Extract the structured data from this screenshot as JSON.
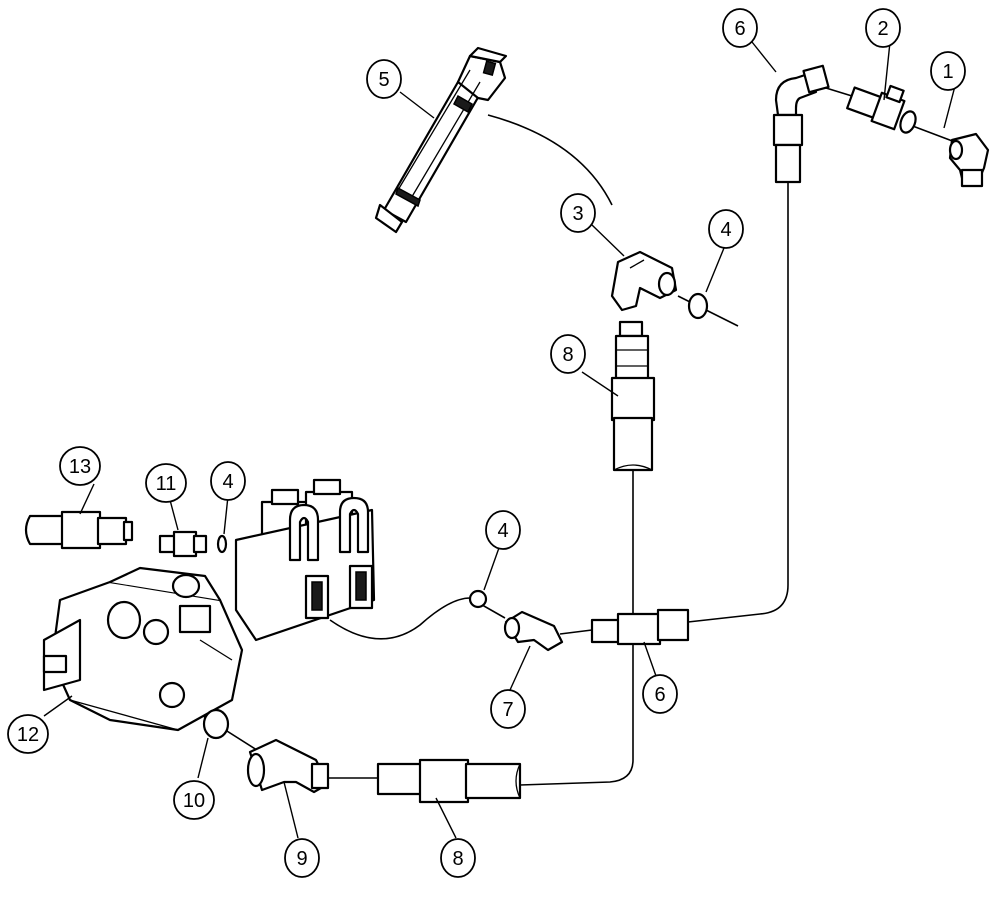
{
  "diagram": {
    "callouts": [
      {
        "id": "c1",
        "label": "1"
      },
      {
        "id": "c2",
        "label": "2"
      },
      {
        "id": "c3",
        "label": "3"
      },
      {
        "id": "c4a",
        "label": "4"
      },
      {
        "id": "c4b",
        "label": "4"
      },
      {
        "id": "c4c",
        "label": "4"
      },
      {
        "id": "c5",
        "label": "5"
      },
      {
        "id": "c6a",
        "label": "6"
      },
      {
        "id": "c6b",
        "label": "6"
      },
      {
        "id": "c7",
        "label": "7"
      },
      {
        "id": "c8a",
        "label": "8"
      },
      {
        "id": "c8b",
        "label": "8"
      },
      {
        "id": "c9",
        "label": "9"
      },
      {
        "id": "c10",
        "label": "10"
      },
      {
        "id": "c11",
        "label": "11"
      },
      {
        "id": "c12",
        "label": "12"
      },
      {
        "id": "c13",
        "label": "13"
      }
    ]
  }
}
